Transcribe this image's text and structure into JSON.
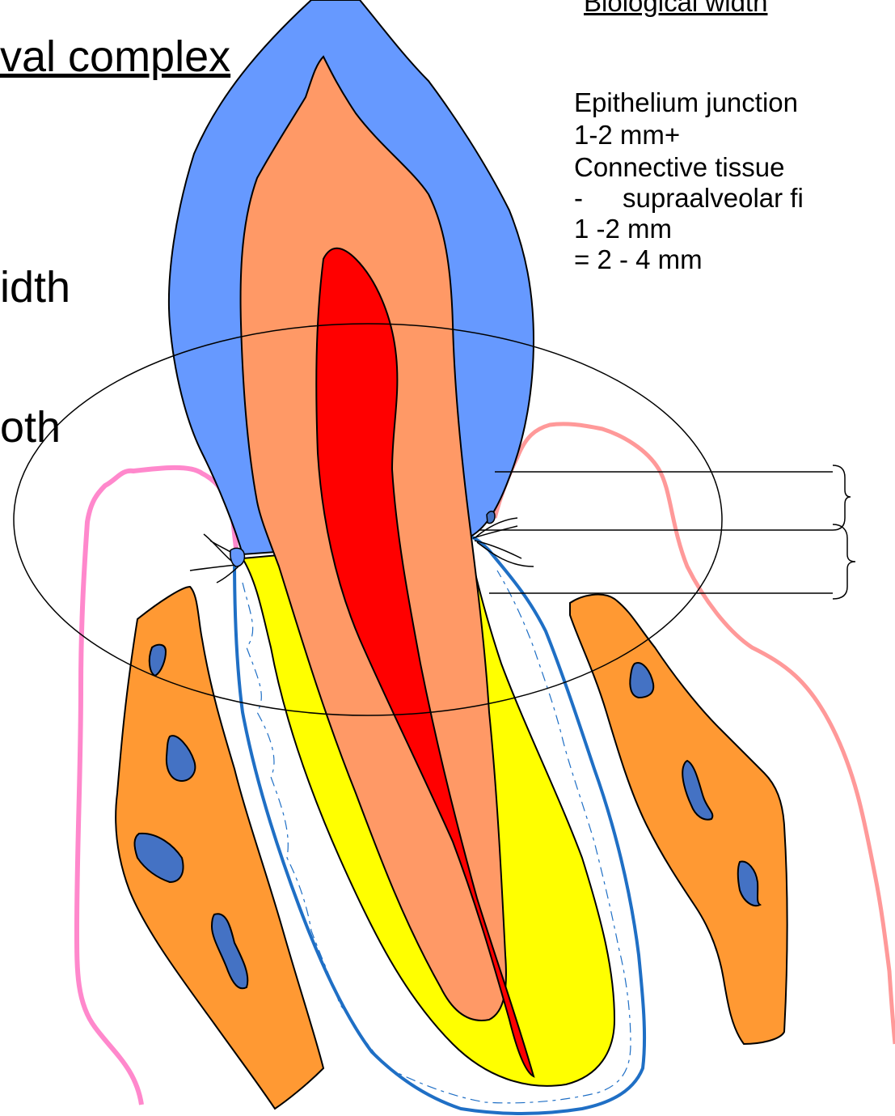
{
  "slide": {
    "title_fragment": "val complex",
    "body_fragments": [
      "idth",
      "oth"
    ]
  },
  "biological_width": {
    "heading": "Biological width",
    "lines": [
      "Epithelium junction",
      " 1-2 mm+",
      "Connective tissue",
      "supraalveolar fi",
      "1 -2 mm",
      "= 2 - 4 mm"
    ],
    "bullet": "-"
  },
  "colors": {
    "enamel": "#6699ff",
    "dentin": "#ff9966",
    "pulp": "#ff0000",
    "root": "#ffff00",
    "bone": "#ff9933",
    "bone_cavity": "#4472c4",
    "periodontal_ligament": "#1f6fc5",
    "gingiva_left": "#ff88cc",
    "gingiva_right": "#ff9999"
  }
}
